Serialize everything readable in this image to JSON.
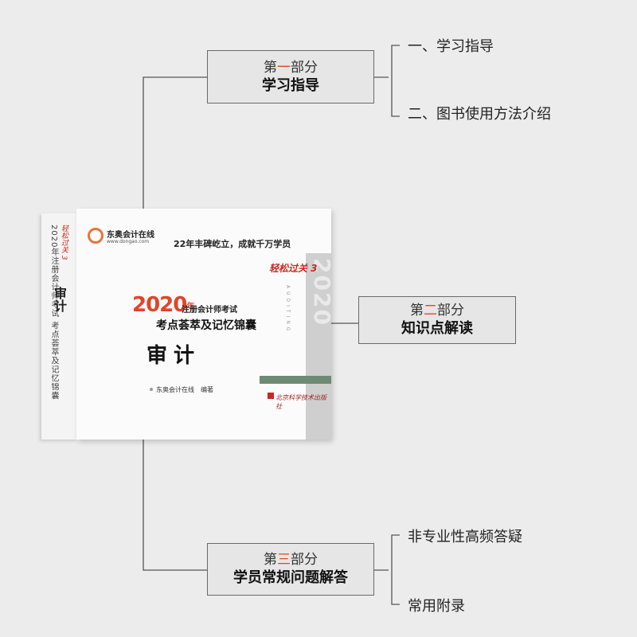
{
  "colors": {
    "background": "#ececec",
    "box_fill": "#e6e6e6",
    "box_border": "#6a6a6a",
    "accent": "#e0452a",
    "line": "#555555"
  },
  "sections": [
    {
      "prefix": "第",
      "highlight": "一",
      "suffix": "部分",
      "title": "学习指导",
      "items": [
        "一、学习指导",
        "二、图书使用方法介绍"
      ]
    },
    {
      "prefix": "第",
      "highlight": "二",
      "suffix": "部分",
      "title": "知识点解读",
      "items": []
    },
    {
      "prefix": "第",
      "highlight": "三",
      "suffix": "部分",
      "title": "学员常规问题解答",
      "items": [
        "非专业性高频答疑",
        "常用附录"
      ]
    }
  ],
  "book": {
    "spine_series": "2020年注册会计师考试 考点荟萃及记忆锦囊",
    "spine_mark": "轻松过关 3",
    "spine_title": "审计",
    "brand_name": "东奥会计在线",
    "brand_url": "www.dongao.com",
    "slogan": "22年丰碑屹立，成就千万学员",
    "series_mark": "轻松过关 3",
    "year": "2020",
    "year_suffix": "年",
    "exam_name": "注册会计师考试",
    "subtitle": "考点荟萃及记忆锦囊",
    "subject": "审计",
    "author": "东奥会计在线　编著",
    "publisher": "北京科学技术出版社",
    "year_vertical": "2020",
    "auditing": "AUDITING"
  }
}
